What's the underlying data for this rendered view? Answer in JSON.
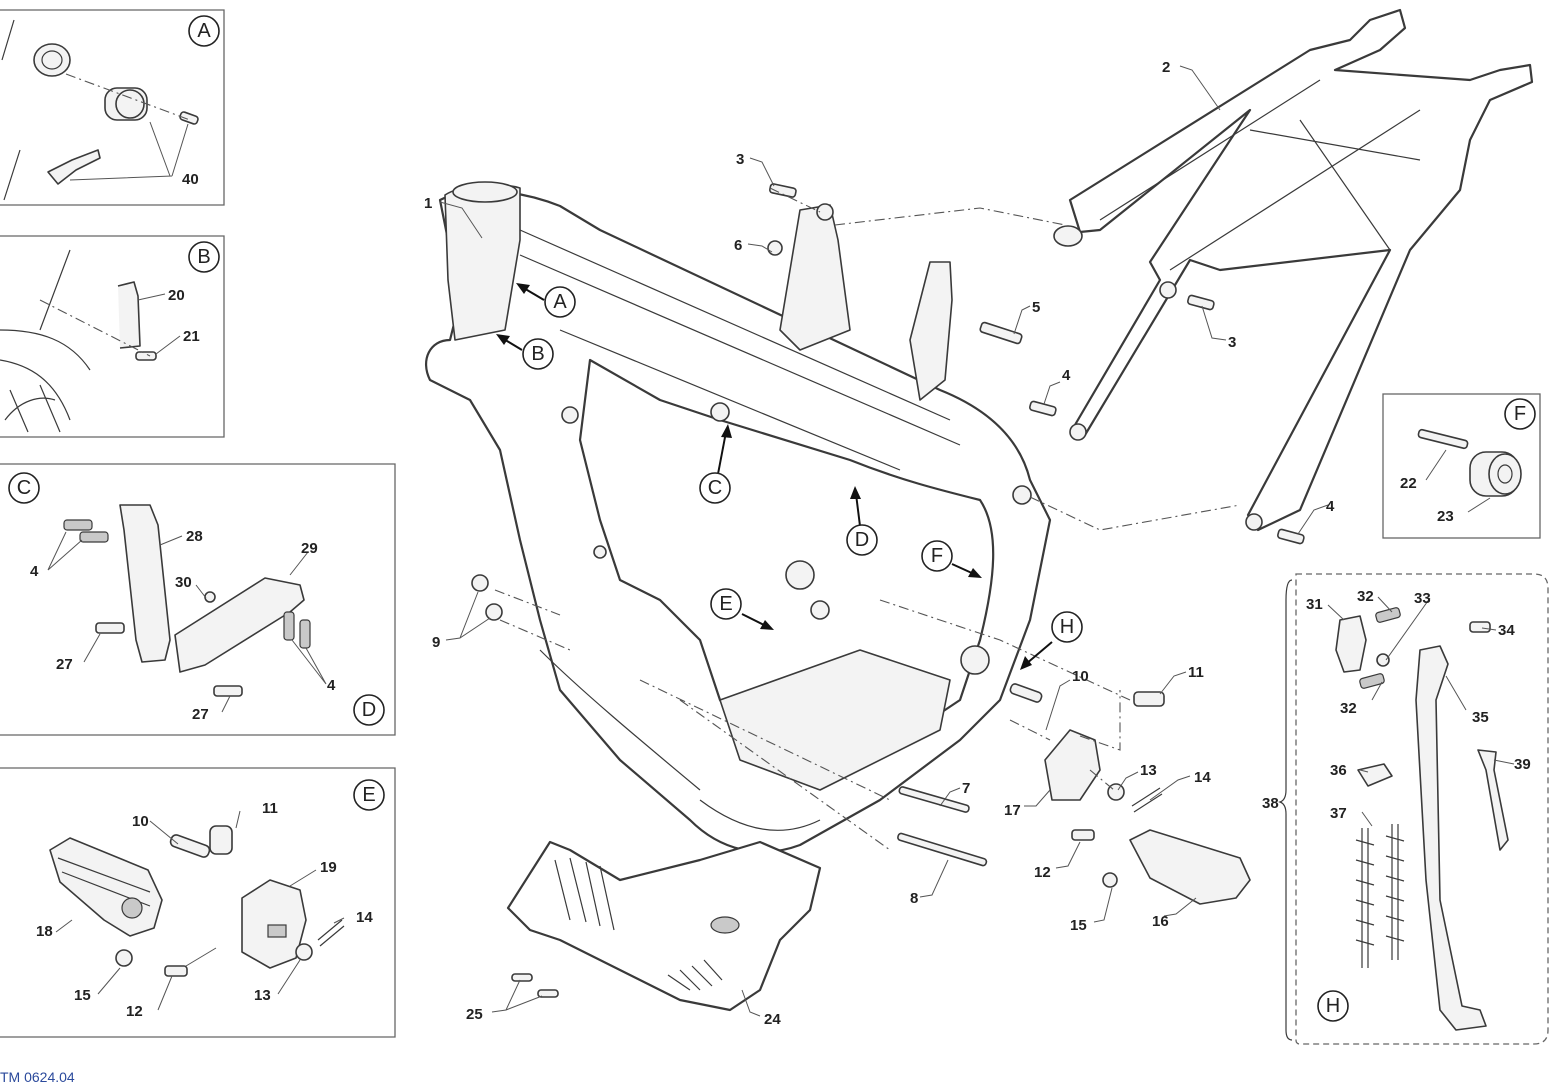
{
  "footer": {
    "ref_code": "TM 0624.04"
  },
  "detail_boxes": [
    {
      "letter": "A",
      "part_numbers": [
        "40"
      ]
    },
    {
      "letter": "B",
      "part_numbers": [
        "20",
        "21"
      ]
    },
    {
      "letter": "C",
      "letter_end": "D",
      "part_numbers": [
        "28",
        "29",
        "30",
        "4",
        "27",
        "27",
        "4"
      ]
    },
    {
      "letter": "E",
      "part_numbers": [
        "10",
        "11",
        "19",
        "14",
        "18",
        "15",
        "12",
        "13"
      ]
    },
    {
      "letter": "F",
      "part_numbers": [
        "22",
        "23"
      ]
    },
    {
      "letter": "H",
      "group_number": "38",
      "part_numbers": [
        "31",
        "32",
        "33",
        "34",
        "32",
        "35",
        "36",
        "39",
        "37"
      ]
    }
  ],
  "main_view_callouts": [
    "A",
    "B",
    "C",
    "D",
    "E",
    "F",
    "H"
  ],
  "main_view_part_numbers": [
    "1",
    "2",
    "3",
    "3",
    "4",
    "4",
    "5",
    "6",
    "7",
    "8",
    "9",
    "10",
    "11",
    "12",
    "13",
    "14",
    "15",
    "16",
    "17",
    "24",
    "25"
  ]
}
